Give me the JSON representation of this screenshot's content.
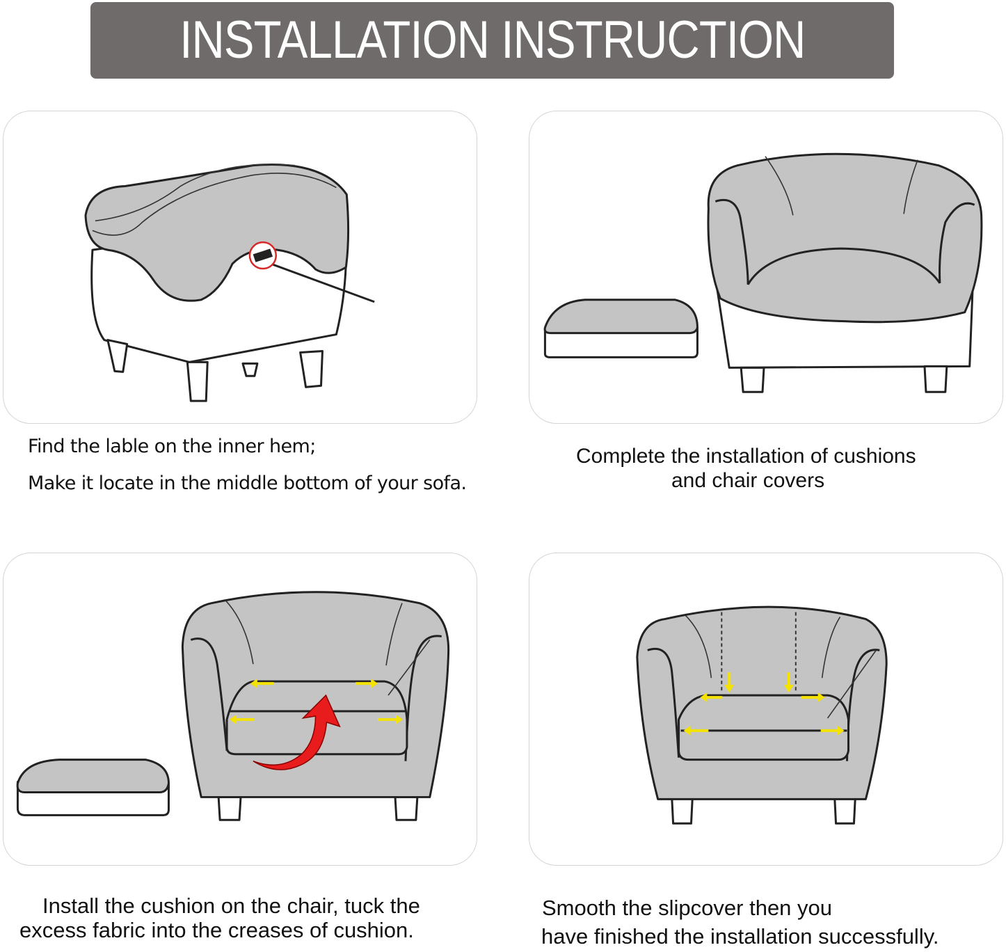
{
  "banner": {
    "title": "INSTALLATION INSTRUCTION"
  },
  "steps": [
    {
      "lines": [
        "Find the lable on the inner hem;",
        "Make it locate in the middle bottom of your sofa."
      ]
    },
    {
      "lines": [
        "Complete the installation of cushions",
        "and chair covers"
      ]
    },
    {
      "lines": [
        "Install the cushion on the chair, tuck the",
        "excess fabric into the creases of cushion."
      ]
    },
    {
      "lines": [
        "Smooth the slipcover then you",
        "have finished the installation successfully."
      ]
    }
  ],
  "colors": {
    "banner": "#6f6b6b",
    "fabric": "#c4c4c4",
    "arrow_yellow": "#f4e200",
    "arrow_red": "#e81c1c"
  }
}
